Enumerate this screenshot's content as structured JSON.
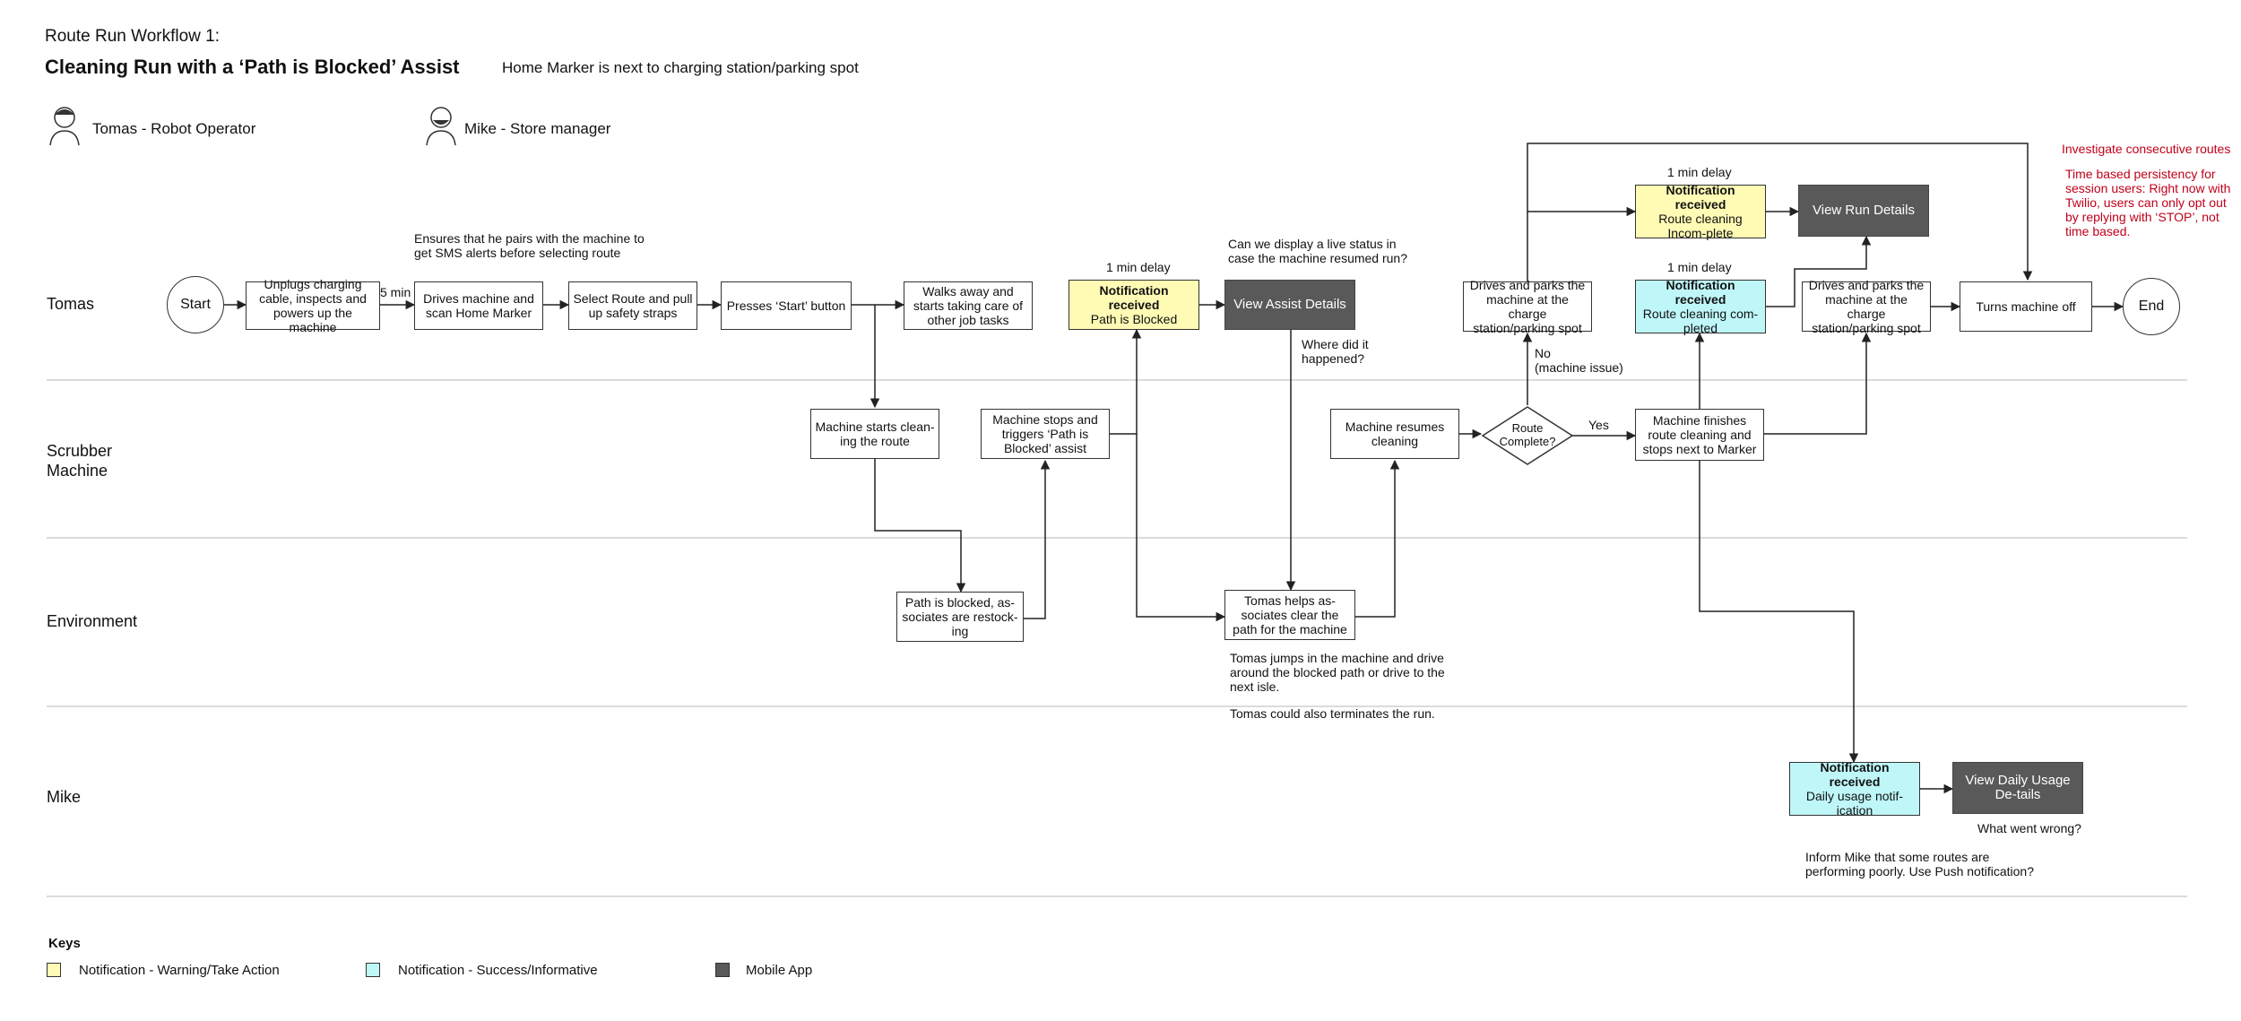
{
  "header": {
    "workflow_title": "Route Run Workflow 1:",
    "main_title": "Cleaning Run with a ‘Path is Blocked’ Assist",
    "subtitle": "Home Marker is next to charging station/parking spot"
  },
  "personas": [
    {
      "label": "Tomas - Robot Operator"
    },
    {
      "label": "Mike - Store manager"
    }
  ],
  "lanes": [
    "Tomas",
    "Scrubber\nMachine",
    "Environment",
    "Mike"
  ],
  "nodes": {
    "start": "Start",
    "end": "End",
    "unplugs": "Unplugs charging cable, inspects and powers up the machine",
    "drives_scan": "Drives machine and scan Home Marker",
    "select_route": "Select Route and pull up safety straps",
    "presses_start": "Presses ‘Start’ button",
    "walks_away": "Walks away and starts taking care of other job tasks",
    "notif_blocked_title": "Notification received",
    "notif_blocked_body": "Path is Blocked",
    "view_assist": "View Assist Details",
    "drives_parks_1": "Drives and parks the machine at the charge station/parking spot",
    "notif_incomplete_title": "Notification received",
    "notif_incomplete_body": "Route cleaning Incom-plete",
    "view_run": "View Run Details",
    "notif_completed_title": "Notification received",
    "notif_completed_body": "Route cleaning com-pleted",
    "drives_parks_2": "Drives and parks the machine at the charge station/parking spot",
    "turns_off": "Turns machine off",
    "machine_starts": "Machine starts clean-ing the route",
    "machine_stops": "Machine stops and triggers ‘Path is Blocked’ assist",
    "machine_resumes": "Machine resumes cleaning",
    "route_complete": "Route Complete?",
    "machine_finishes": "Machine finishes route cleaning and stops next to Marker",
    "path_blocked": "Path is blocked, as-sociates are restock-ing",
    "tomas_helps": "Tomas helps as-sociates clear the path for the machine",
    "notif_daily_title": "Notification received",
    "notif_daily_body": "Daily usage notif-ication",
    "view_daily": "View Daily Usage De-tails"
  },
  "edge_labels": {
    "five_min": "5 min",
    "delay_1": "1 min delay",
    "delay_2": "1 min delay",
    "delay_3": "1 min delay",
    "no": "No\n(machine issue)",
    "yes": "Yes"
  },
  "notes": {
    "pairs_sms": "Ensures that he pairs with the machine to get SMS alerts before selecting route",
    "live_status": "Can we display a live status in case the machine resumed run?",
    "where_happened": "Where did it happened?",
    "tomas_jumps": "Tomas jumps in the machine and drive around the blocked path or drive to the next isle.",
    "tomas_terminates": "Tomas could also terminates the run.",
    "what_wrong": "What went wrong?",
    "inform_mike": "Inform Mike that some routes are performing poorly. Use Push notification?",
    "investigate": "Investigate consecutive routes",
    "time_based": "Time based persistency for session users: Right now with Twilio, users can only opt out by replying with ‘STOP’, not time based."
  },
  "keys": {
    "title": "Keys",
    "items": [
      {
        "label": "Notification - Warning/Take Action",
        "color": "#fffbb5"
      },
      {
        "label": "Notification - Success/Informative",
        "color": "#bff7f9"
      },
      {
        "label": "Mobile App",
        "color": "#595959"
      }
    ]
  },
  "colors": {
    "warning": "#fffbb5",
    "success": "#bff7f9",
    "app": "#595959",
    "annotation_red": "#c0001a"
  }
}
